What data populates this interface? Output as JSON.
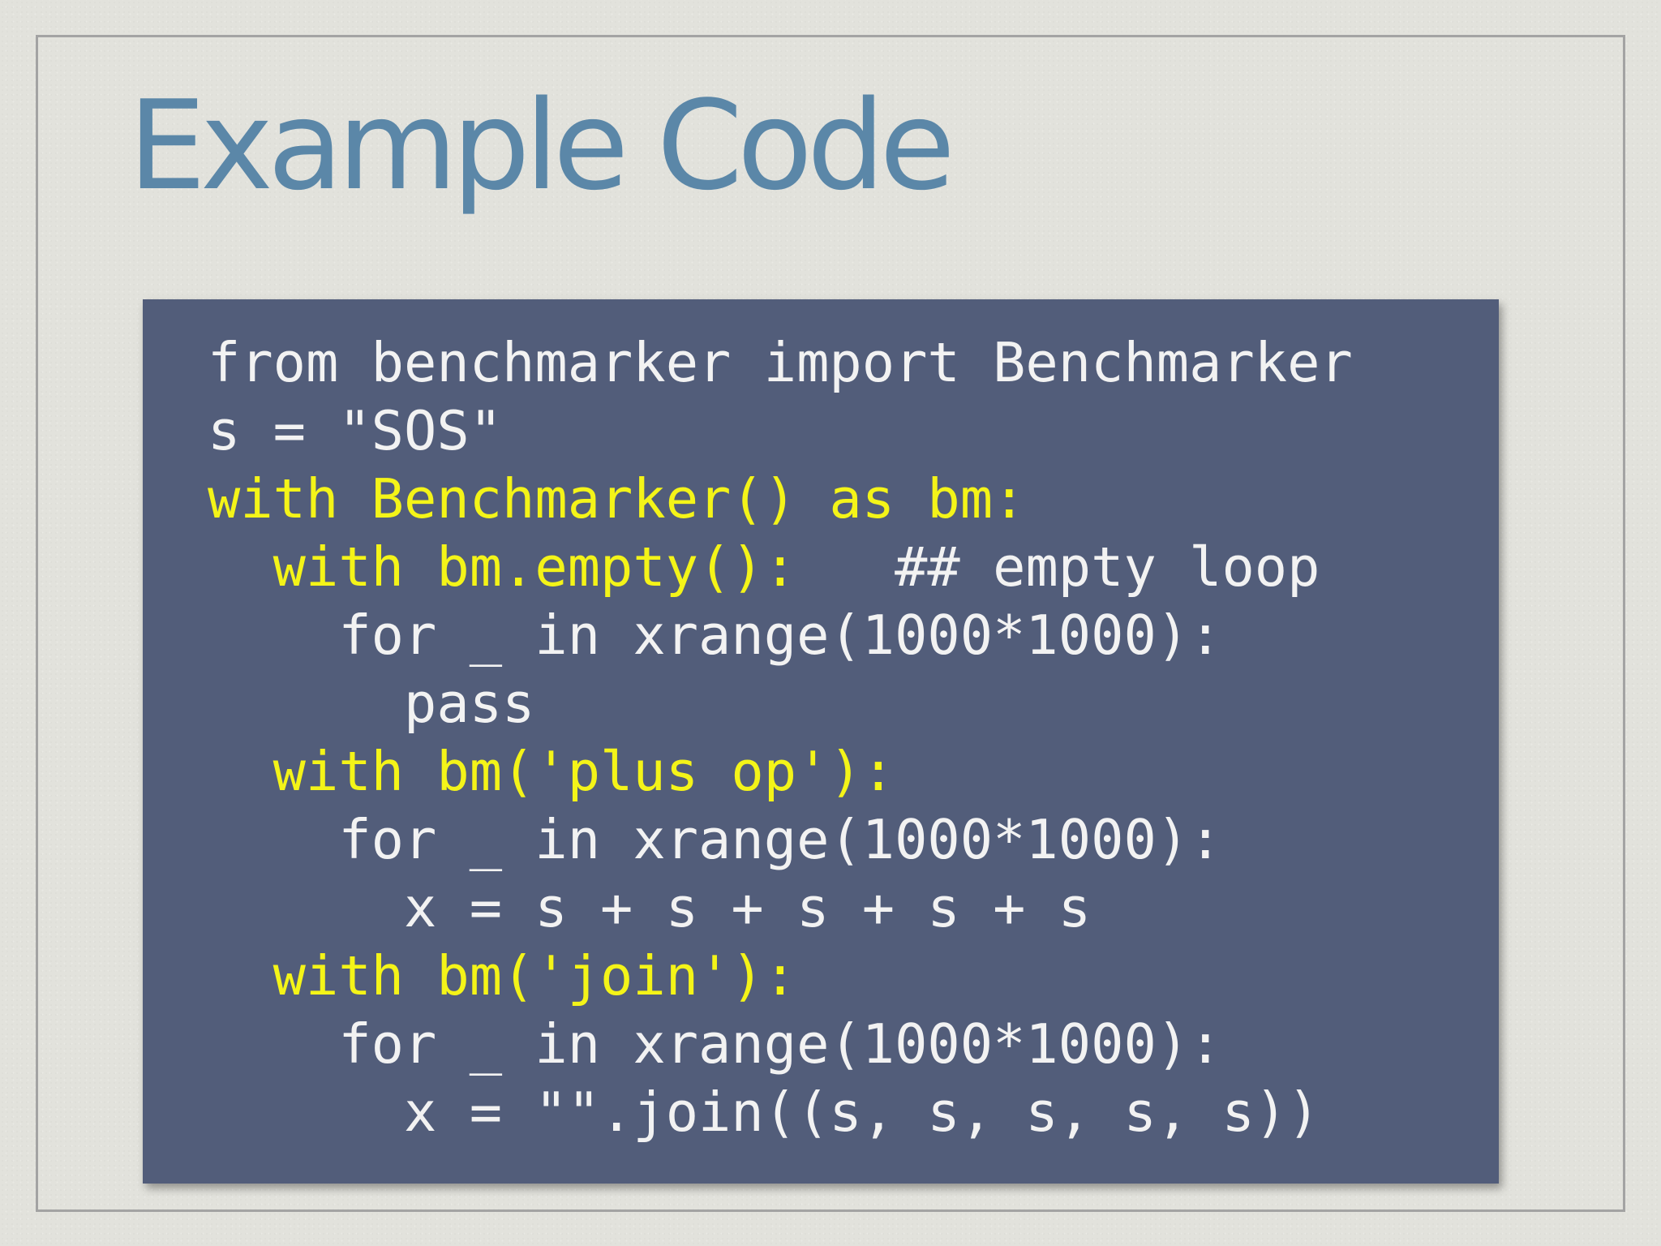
{
  "slide": {
    "title": "Example Code"
  },
  "colors": {
    "background": "#e2e2dc",
    "title": "#5b87a8",
    "code_background": "#525d7a",
    "code_text": "#f2f2f2",
    "code_highlight": "#f4f418"
  },
  "code": {
    "lines": [
      "from benchmarker import Benchmarker",
      "s = \"SOS\"",
      "with Benchmarker() as bm:",
      "  with bm.empty():",
      "   ## empty loop",
      "    for _ in xrange(1000*1000):",
      "      pass",
      "  with bm('plus op'):",
      "    for _ in xrange(1000*1000):",
      "      x = s + s + s + s + s",
      "  with bm('join'):",
      "    for _ in xrange(1000*1000):",
      "      x = \"\".join((s, s, s, s, s))"
    ]
  }
}
